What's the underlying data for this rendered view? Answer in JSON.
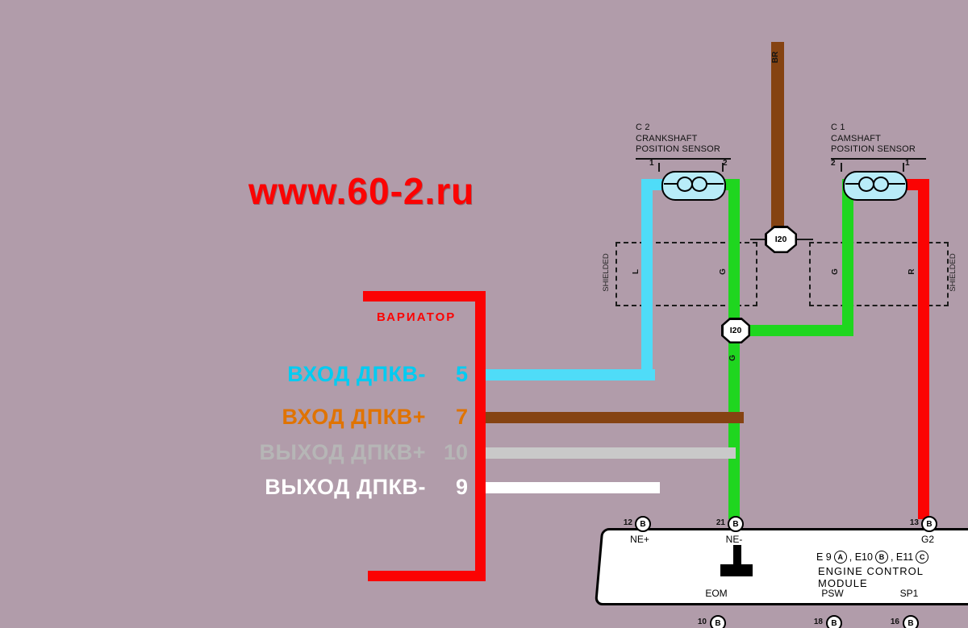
{
  "watermark": "www.60-2.ru",
  "variator": {
    "title": "ВАРИАТОР",
    "pins": [
      {
        "label": "ВХОД ДПКВ-",
        "num": "5"
      },
      {
        "label": "ВХОД ДПКВ+",
        "num": "7"
      },
      {
        "label": "ВЫХОД ДПКВ+",
        "num": "10"
      },
      {
        "label": "ВЫХОД ДПКВ-",
        "num": "9"
      }
    ]
  },
  "sensors": [
    {
      "code": "C 2",
      "line1": "CRANKSHAFT",
      "line2": "POSITION SENSOR",
      "pin_left": "1",
      "pin_right": "2"
    },
    {
      "code": "C 1",
      "line1": "CAMSHAFT",
      "line2": "POSITION SENSOR",
      "pin_left": "2",
      "pin_right": "1"
    }
  ],
  "connectors": {
    "top": "I20",
    "mid": "I20"
  },
  "wire_labels": {
    "br": "BR",
    "l": "L",
    "g_left": "G",
    "g_right": "G",
    "r": "R",
    "g_mid": "G"
  },
  "shield": {
    "left": "SHIELDED",
    "right": "SHIELDED"
  },
  "ecm": {
    "name": "ENGINE CONTROL MODULE",
    "top_pins": [
      {
        "num": "12",
        "letter": "B",
        "label": "NE+"
      },
      {
        "num": "21",
        "letter": "B",
        "label": "NE-"
      },
      {
        "num": "13",
        "letter": "B",
        "label": "G2"
      }
    ],
    "codes": [
      {
        "code": "E 9",
        "letter": "A"
      },
      {
        "code": ",  E10",
        "letter": "B"
      },
      {
        "code": ",  E11",
        "letter": "C"
      }
    ],
    "bottom_pins": [
      {
        "label": "EOM",
        "num": "10",
        "letter": "B"
      },
      {
        "label": "PSW",
        "num": "18",
        "letter": "B"
      },
      {
        "label": "SP1",
        "num": "16",
        "letter": "B"
      }
    ]
  },
  "colors": {
    "background": "#b19caa",
    "red": "#fb0303",
    "cyan": "#4fdcf8",
    "cyan_text": "#00ccf2",
    "brown": "#854312",
    "orange_text": "#e07300",
    "gray": "#c9c9c9",
    "gray_text": "#b6b6b6",
    "white": "#ffffff",
    "green": "#1fd61f",
    "sensor_fill": "#b8ecf8"
  }
}
